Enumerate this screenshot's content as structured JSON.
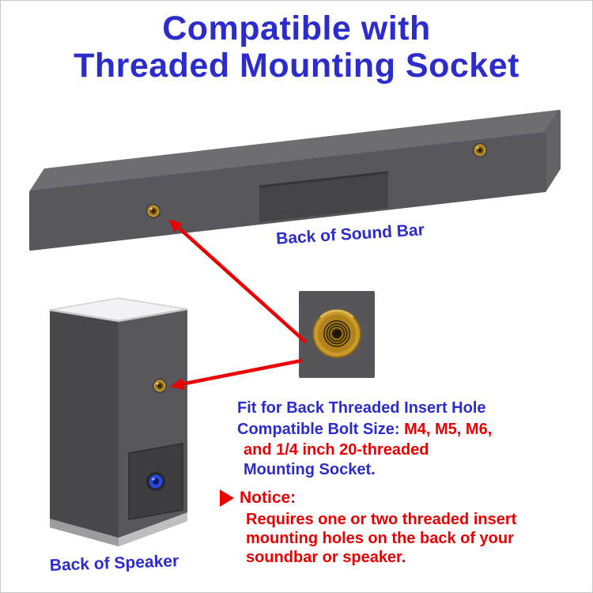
{
  "title": {
    "line1": "Compatible with",
    "line2": "Threaded Mounting Socket"
  },
  "labels": {
    "soundbar": "Back of Sound Bar",
    "speaker": "Back of Speaker"
  },
  "fit": {
    "line": "Fit for Back Threaded Insert Hole"
  },
  "bolt": {
    "prefix": "Compatible Bolt Size: ",
    "sizes": "M4, M5, M6,",
    "line2": "and 1/4 inch 20-threaded",
    "line3": "Mounting Socket."
  },
  "notice": {
    "heading": "Notice:",
    "line1": "Requires one or two threaded insert",
    "line2": "mounting holes on the back of your",
    "line3": "soundbar or speaker."
  },
  "colors": {
    "text_blue": "#2c2ccc",
    "accent_red": "#ea0000",
    "soundbar_gray": "#57575c",
    "speaker_gray": "#57575c",
    "brass": "#c9992b",
    "port_blue": "#2847e0"
  },
  "icons": {
    "notice_marker": "red-right-triangle",
    "pointer_arrow": "red-arrow",
    "threaded_insert": "brass-threaded-insert-circle",
    "port": "blue-round-port"
  }
}
